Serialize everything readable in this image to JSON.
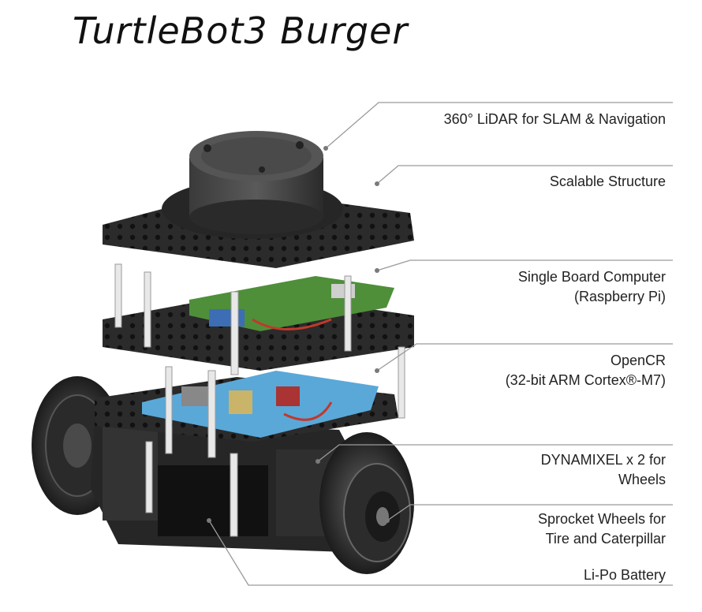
{
  "title": "TurtleBot3 Burger",
  "callouts": [
    {
      "lines": [
        "360° LiDAR for SLAM & Navigation"
      ]
    },
    {
      "lines": [
        "Scalable Structure"
      ]
    },
    {
      "lines": [
        "Single Board Computer",
        "(Raspberry Pi)"
      ]
    },
    {
      "lines": [
        "OpenCR",
        "(32-bit ARM Cortex®-M7)"
      ]
    },
    {
      "lines": [
        "DYNAMIXEL x 2 for",
        "Wheels"
      ]
    },
    {
      "lines": [
        "Sprocket Wheels for",
        "Tire and Caterpillar"
      ]
    },
    {
      "lines": [
        "Li-Po Battery"
      ]
    }
  ],
  "colors": {
    "leader_line": "#9a9a9a",
    "frame": "#2e2e2e",
    "board_sbc": "#4f8f3a",
    "board_opencr": "#5aa8d8",
    "standoff": "#e8e8e8",
    "tire": "#3a3a3a",
    "wire_red": "#c0392b"
  }
}
